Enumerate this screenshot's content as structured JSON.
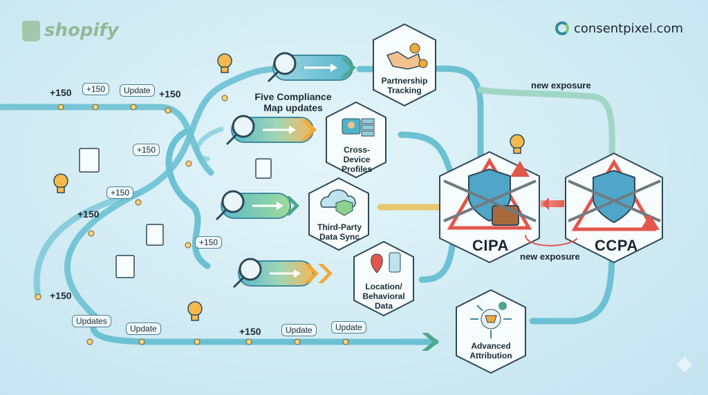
{
  "brand_left": "shopify",
  "brand_right": "consentpixel.com",
  "center_label": "Five Compliance Map updates",
  "hexes": {
    "partnership": "Partnership Tracking",
    "cross_device": "Cross-Device Profiles",
    "third_party": "Third-Party Data Sync",
    "location": "Location/ Behavioral Data",
    "attribution": "Advanced Attribution"
  },
  "laws": {
    "cipa": "CIPA",
    "ccpa": "CCPA"
  },
  "exposure_top": "new exposure",
  "exposure_bottom": "new exposure",
  "markers": {
    "plus": "+150",
    "update": "Update",
    "updates": "Updates"
  },
  "colors": {
    "track_teal": "#4fb3c8",
    "track_green": "#8ccf9e",
    "track_orange": "#f5b550",
    "warning_red": "#e2574c",
    "shield_blue": "#3f8fb8"
  }
}
